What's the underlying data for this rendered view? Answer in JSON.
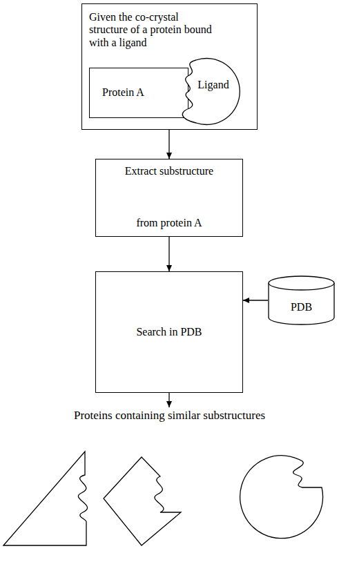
{
  "diagram": {
    "nodes": [
      {
        "text": [
          "Given the co-crystal structure of a protein bound with a ligand"
        ]
      },
      {
        "text": [
          "Protein A"
        ],
        "in": 0
      },
      {
        "text": [
          "Ligand"
        ],
        "in": 0
      },
      {
        "text": [
          "Extract substructure",
          "from protein A"
        ]
      },
      {
        "text": [
          "Search in PDB"
        ]
      },
      {
        "text": [
          "PDB"
        ]
      }
    ],
    "edges": [
      {
        "from": 0,
        "to": 3,
        "arrow": "to"
      },
      {
        "from": 3,
        "to": 4,
        "arrow": "to"
      },
      {
        "from": 5,
        "to": 4,
        "arrow": "to"
      }
    ],
    "labels": [
      "Proteins containing similar substructures"
    ]
  }
}
